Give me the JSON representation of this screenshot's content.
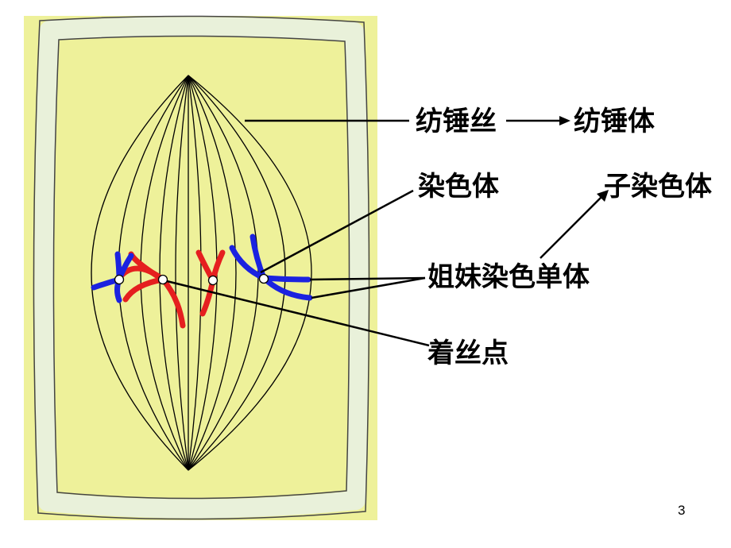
{
  "labels": {
    "spindle_fiber": "纺锤丝",
    "spindle": "纺锤体",
    "chromosome": "染色体",
    "daughter_chromosome": "子染色体",
    "sister_chromatid": "姐妹染色单体",
    "centromere": "着丝点"
  },
  "page_number": "3",
  "colors": {
    "cytoplasm": "#eef19a",
    "cell_wall": "#e9f1da",
    "blue_chromosome": "#1b22e0",
    "red_chromosome": "#e51f1f",
    "line": "#000000"
  }
}
